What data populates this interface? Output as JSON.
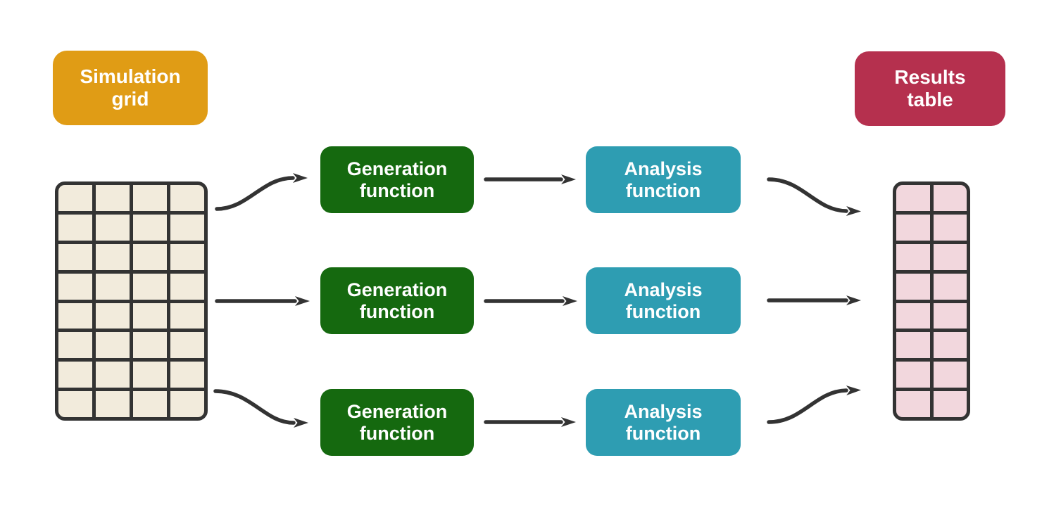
{
  "colors": {
    "simulation_grid_label": "#E09C15",
    "generation_box": "#15690F",
    "analysis_box": "#2E9DB2",
    "results_label": "#B5304E",
    "grid_cell": "#F2EBDC",
    "results_cell": "#F2D7DD",
    "stroke": "#333333",
    "text": "#FFFFFF",
    "background": "#FFFFFF"
  },
  "simulation_grid": {
    "label_line1": "Simulation",
    "label_line2": "grid",
    "rows": 8,
    "cols": 4
  },
  "results_table": {
    "label_line1": "Results",
    "label_line2": "table",
    "rows": 8,
    "cols": 2
  },
  "pipeline": {
    "rows": [
      {
        "generation": {
          "line1": "Generation",
          "line2": "function"
        },
        "analysis": {
          "line1": "Analysis",
          "line2": "function"
        }
      },
      {
        "generation": {
          "line1": "Generation",
          "line2": "function"
        },
        "analysis": {
          "line1": "Analysis",
          "line2": "function"
        }
      },
      {
        "generation": {
          "line1": "Generation",
          "line2": "function"
        },
        "analysis": {
          "line1": "Analysis",
          "line2": "function"
        }
      }
    ]
  },
  "connections": [
    {
      "from": "simulation-grid",
      "to": "generation-function-1",
      "shape": "curve-up"
    },
    {
      "from": "simulation-grid",
      "to": "generation-function-2",
      "shape": "straight"
    },
    {
      "from": "simulation-grid",
      "to": "generation-function-3",
      "shape": "curve-down"
    },
    {
      "from": "generation-function-1",
      "to": "analysis-function-1",
      "shape": "straight"
    },
    {
      "from": "generation-function-2",
      "to": "analysis-function-2",
      "shape": "straight"
    },
    {
      "from": "generation-function-3",
      "to": "analysis-function-3",
      "shape": "straight"
    },
    {
      "from": "analysis-function-1",
      "to": "results-table",
      "shape": "curve-down"
    },
    {
      "from": "analysis-function-2",
      "to": "results-table",
      "shape": "straight"
    },
    {
      "from": "analysis-function-3",
      "to": "results-table",
      "shape": "curve-up"
    }
  ]
}
